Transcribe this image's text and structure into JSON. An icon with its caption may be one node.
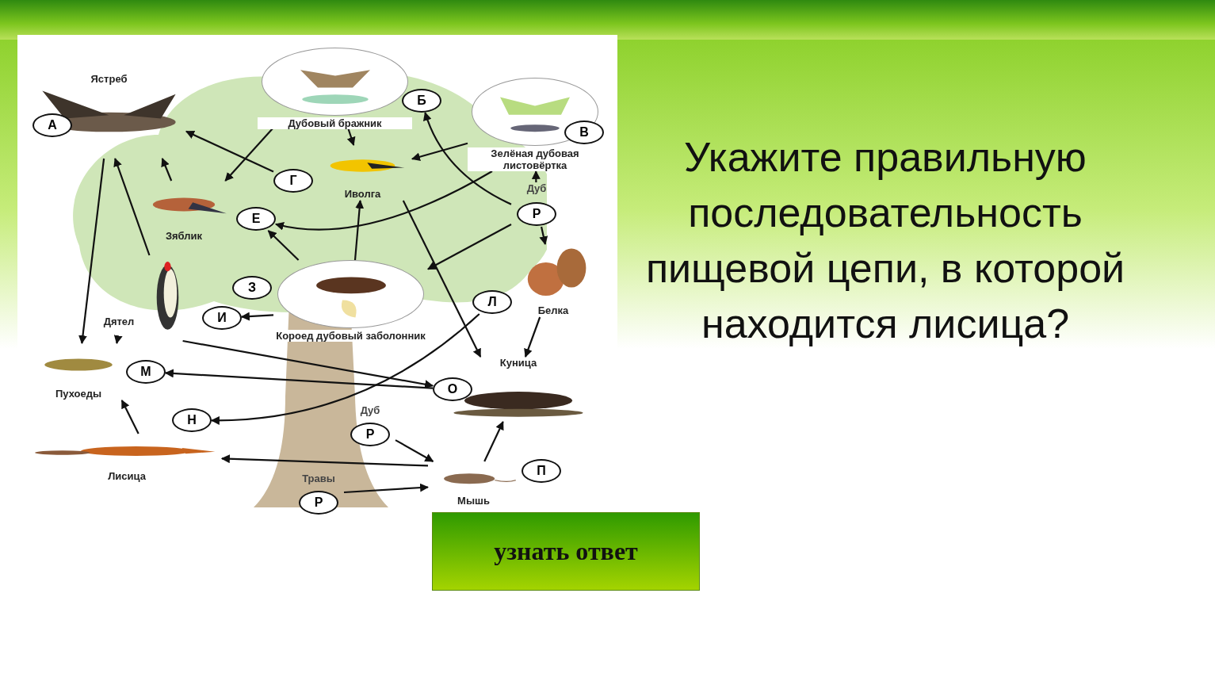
{
  "diagram": {
    "title": "Укажите правильную последовательность пищевой цепи, в которой находится лисица?",
    "nodes": [
      {
        "text": [
          "Ястреб"
        ]
      },
      {
        "text": [
          "А"
        ]
      },
      {
        "text": [
          "Дубовый бражник"
        ]
      },
      {
        "text": [
          "Б"
        ]
      },
      {
        "text": [
          "Зелёная дубовая листовёртка"
        ]
      },
      {
        "text": [
          "В"
        ]
      },
      {
        "text": [
          "Иволга"
        ]
      },
      {
        "text": [
          "Г"
        ]
      },
      {
        "text": [
          "Зяблик"
        ]
      },
      {
        "text": [
          "Е"
        ]
      },
      {
        "text": [
          "Дятел"
        ]
      },
      {
        "text": [
          "И"
        ]
      },
      {
        "text": [
          "Короед дубовый заболонник"
        ]
      },
      {
        "text": [
          "З"
        ]
      },
      {
        "text": [
          "Белка"
        ]
      },
      {
        "text": [
          "Л"
        ]
      },
      {
        "text": [
          "Куница"
        ]
      },
      {
        "text": [
          "Пухоеды"
        ]
      },
      {
        "text": [
          "М"
        ]
      },
      {
        "text": [
          "О"
        ]
      },
      {
        "text": [
          "Лисица"
        ]
      },
      {
        "text": [
          "Н"
        ]
      },
      {
        "text": [
          "Мышь"
        ]
      },
      {
        "text": [
          "П"
        ]
      },
      {
        "text": [
          "Дуб",
          "Р"
        ]
      },
      {
        "text": [
          "Дуб",
          "Р"
        ]
      },
      {
        "text": [
          "Травы",
          "Р"
        ]
      },
      {
        "text": [
          "узнать ответ"
        ]
      }
    ],
    "edges": [
      {
        "from": 0,
        "to": 17,
        "arrow": "to"
      },
      {
        "from": 10,
        "to": 0,
        "arrow": "to"
      },
      {
        "from": 8,
        "to": 0,
        "arrow": "to"
      },
      {
        "from": 7,
        "to": 0,
        "arrow": "to"
      },
      {
        "from": 2,
        "to": 8,
        "arrow": "to"
      },
      {
        "from": 2,
        "to": 6,
        "arrow": "to"
      },
      {
        "from": 4,
        "to": 6,
        "arrow": "to"
      },
      {
        "from": 24,
        "to": 3,
        "arrow": "to"
      },
      {
        "from": 24,
        "to": 4,
        "arrow": "to"
      },
      {
        "from": 24,
        "to": 14,
        "arrow": "to"
      },
      {
        "from": 24,
        "to": 12,
        "arrow": "to"
      },
      {
        "from": 4,
        "to": 9,
        "arrow": "to"
      },
      {
        "from": 12,
        "to": 9,
        "arrow": "to"
      },
      {
        "from": 12,
        "to": 6,
        "arrow": "to"
      },
      {
        "from": 12,
        "to": 11,
        "arrow": "to"
      },
      {
        "from": 6,
        "to": 16,
        "arrow": "to"
      },
      {
        "from": 14,
        "to": 16,
        "arrow": "to"
      },
      {
        "from": 10,
        "to": 17,
        "arrow": "to"
      },
      {
        "from": 10,
        "to": 19,
        "arrow": "to"
      },
      {
        "from": 19,
        "to": 18,
        "arrow": "to"
      },
      {
        "from": 15,
        "to": 21,
        "arrow": "to"
      },
      {
        "from": 20,
        "to": 17,
        "arrow": "to"
      },
      {
        "from": 22,
        "to": 20,
        "arrow": "to"
      },
      {
        "from": 25,
        "to": 22,
        "arrow": "to"
      },
      {
        "from": 26,
        "to": 22,
        "arrow": "to"
      },
      {
        "from": 22,
        "to": 16,
        "arrow": "to"
      }
    ]
  }
}
